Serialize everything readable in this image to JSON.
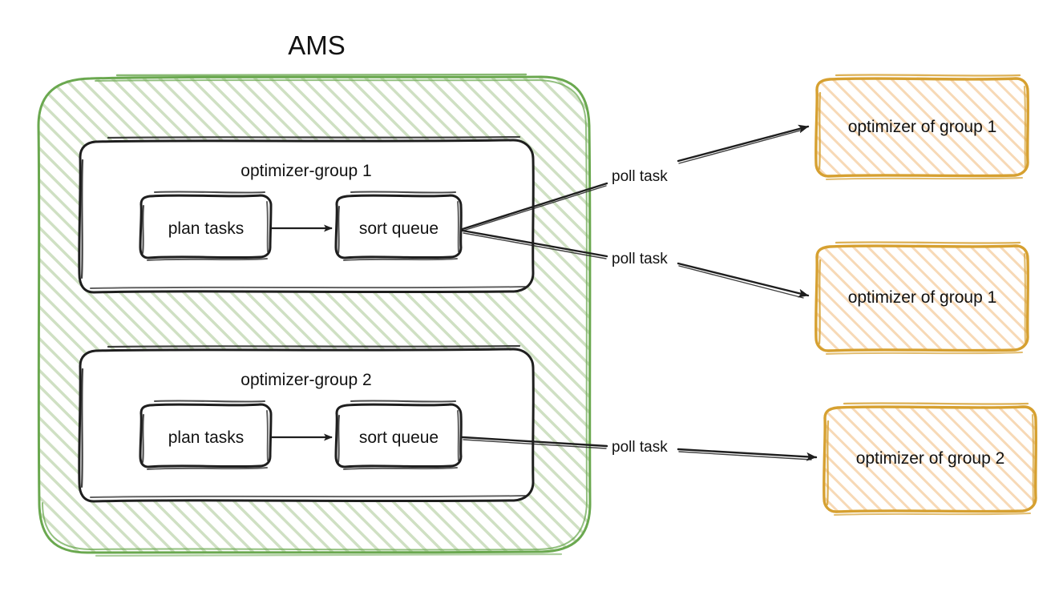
{
  "diagram": {
    "title": "AMS",
    "style": "hand-drawn sketch",
    "colors": {
      "container_stroke": "#6aa84f",
      "container_hatch": "#cfe0c3",
      "node_stroke": "#1e1e1e",
      "optimizer_stroke": "#d6a030",
      "optimizer_hatch": "#f5d6b0",
      "text": "#121212",
      "background": "#ffffff"
    },
    "container": {
      "label": "AMS",
      "groups": [
        {
          "title": "optimizer-group 1",
          "nodes": [
            {
              "label": "plan tasks"
            },
            {
              "label": "sort queue"
            }
          ],
          "internal_edge_label": ""
        },
        {
          "title": "optimizer-group 2",
          "nodes": [
            {
              "label": "plan tasks"
            },
            {
              "label": "sort queue"
            }
          ],
          "internal_edge_label": ""
        }
      ]
    },
    "optimizers": [
      {
        "label": "optimizer of group 1"
      },
      {
        "label": "optimizer of group 1"
      },
      {
        "label": "optimizer of group 2"
      }
    ],
    "edges": [
      {
        "label": "poll task",
        "from": "optimizer-group 1 / sort queue",
        "to": "optimizer of group 1"
      },
      {
        "label": "poll task",
        "from": "optimizer-group 1 / sort queue",
        "to": "optimizer of group 1"
      },
      {
        "label": "poll task",
        "from": "optimizer-group 2 / sort queue",
        "to": "optimizer of group 2"
      }
    ]
  }
}
